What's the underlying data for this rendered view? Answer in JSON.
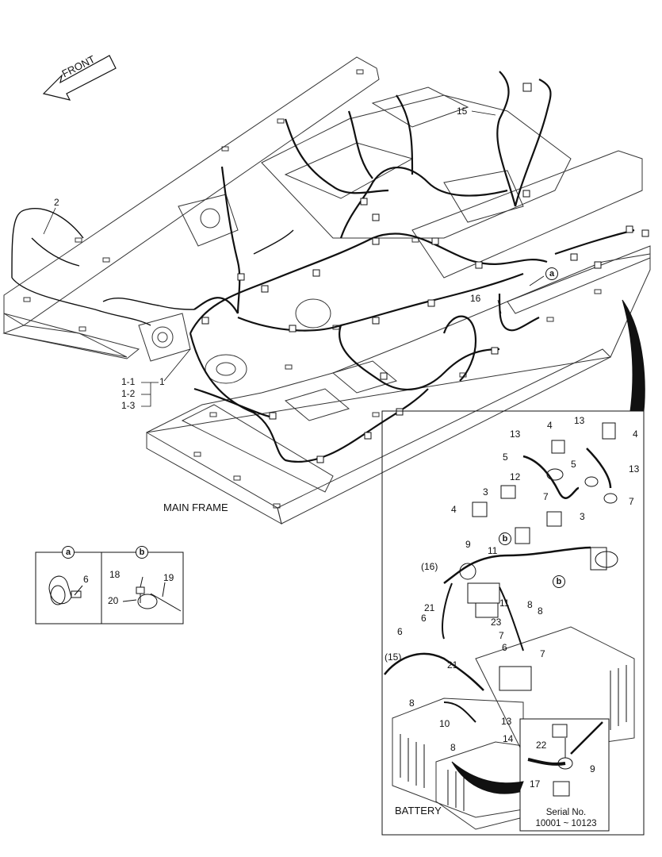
{
  "front_label": "FRONT",
  "main_frame_label": "MAIN FRAME",
  "battery_label": "BATTERY",
  "serial": {
    "label": "Serial No.",
    "range": "10001 ~ 10123"
  },
  "detail_a": "a",
  "detail_b": "b",
  "main_callouts": {
    "c2": "2",
    "c15": "15",
    "c16": "16",
    "c1": "1",
    "c11": "1-1",
    "c12": "1-2",
    "c13": "1-3",
    "ca": "a"
  },
  "detail_callouts": {
    "c6": "6",
    "c18": "18",
    "c19": "19",
    "c20": "20"
  },
  "battery_callouts": {
    "c13a": "13",
    "c4a": "4",
    "c13b": "13",
    "c4b": "4",
    "c5a": "5",
    "c5b": "5",
    "c13c": "13",
    "c12": "12",
    "c7a": "7",
    "c7b": "7",
    "c3a": "3",
    "c4c": "4",
    "c3b": "3",
    "c9": "9",
    "c11a": "11",
    "c16p": "(16)",
    "cbr": "b",
    "cbr2": "b",
    "c21a": "21",
    "c11b": "11",
    "c8a": "8",
    "c8b": "8",
    "c23": "23",
    "c6a": "6",
    "c7c": "7",
    "c6b": "6",
    "c6c": "6",
    "c7d": "7",
    "c15p": "(15)",
    "c21b": "21",
    "c8c": "8",
    "c10": "10",
    "c13d": "13",
    "c14": "14",
    "c8d": "8",
    "c22": "22",
    "c9b": "9",
    "c17": "17"
  }
}
